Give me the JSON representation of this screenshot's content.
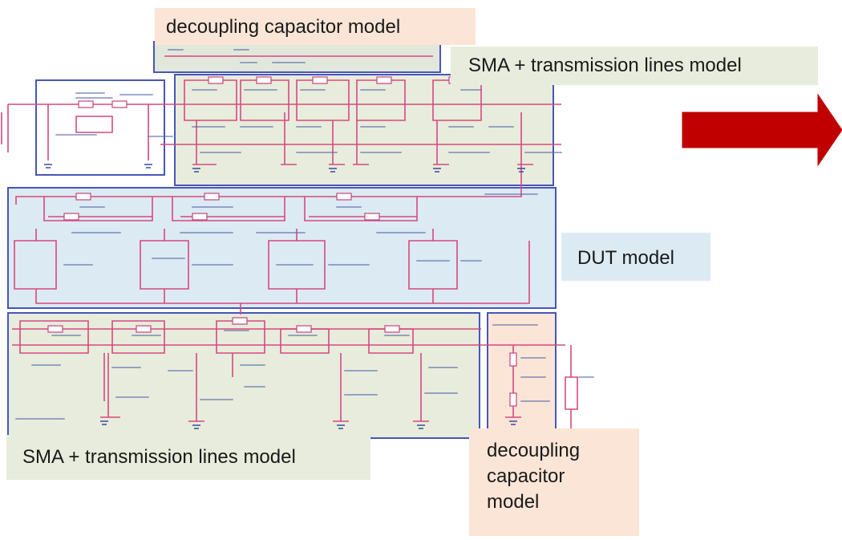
{
  "callouts": {
    "decoupling_top": "decoupling capacitor model",
    "sma_top": "SMA + transmission lines model",
    "dut": "DUT model",
    "sma_bottom": "SMA + transmission lines model",
    "decoupling_bottom": [
      "decoupling",
      "capacitor",
      "model"
    ]
  },
  "colors": {
    "wire": "#d6497f",
    "box_border": "#4756b8",
    "peach_fill": "#fbe5d6",
    "green_fill": "#e7ecdc",
    "blue_fill": "#dceaf4",
    "arrow": "#c00000"
  },
  "icons": {
    "arrow": "right-arrow-icon"
  }
}
